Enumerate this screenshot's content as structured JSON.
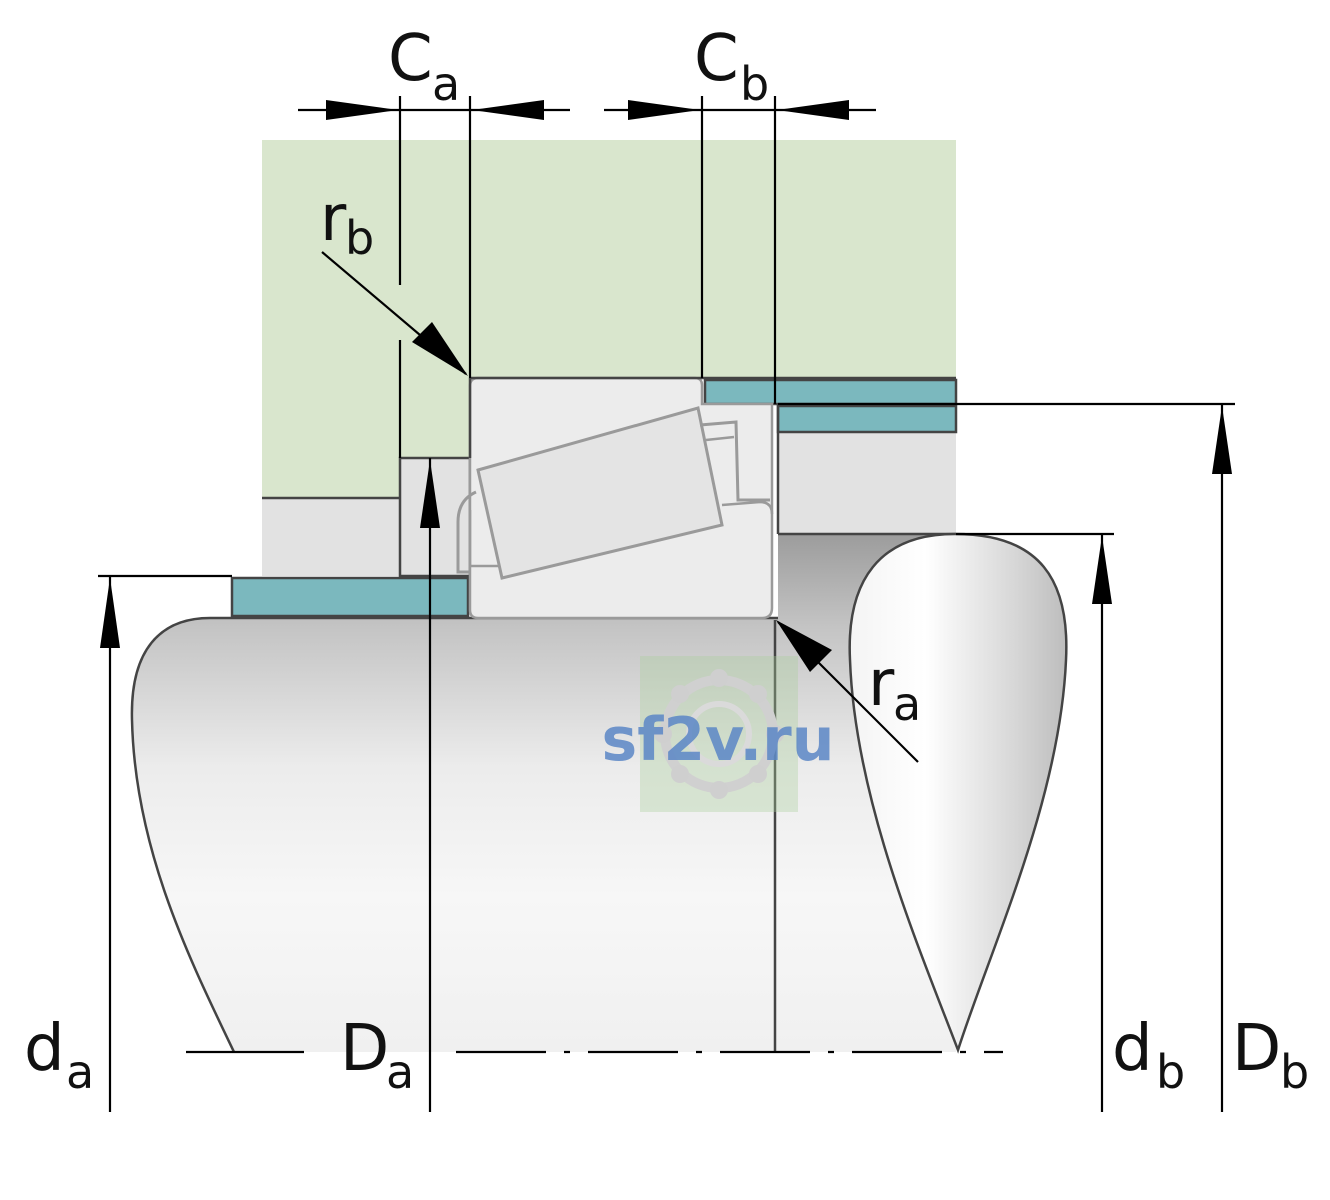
{
  "labels": {
    "Ca": {
      "main": "C",
      "sub": "a"
    },
    "Cb": {
      "main": "C",
      "sub": "b"
    },
    "rb": {
      "main": "r",
      "sub": "b"
    },
    "ra": {
      "main": "r",
      "sub": "a"
    },
    "da": {
      "main": "d",
      "sub": "a"
    },
    "Da": {
      "main": "D",
      "sub": "a"
    },
    "db": {
      "main": "d",
      "sub": "b"
    },
    "Db": {
      "main": "D",
      "sub": "b"
    }
  },
  "watermark": "sf2v.ru",
  "colors": {
    "housing": "#d9e6cd",
    "seal": "#7bb8be",
    "spacer": "#e2e2e2",
    "bearing": "#ececec",
    "outline": "#444444",
    "bearing_outline": "#9a9a9a",
    "shaft_light": "#f6f6f6",
    "shaft_dark": "#9c9c9c",
    "watermark_bg": "#a9cd9a"
  }
}
